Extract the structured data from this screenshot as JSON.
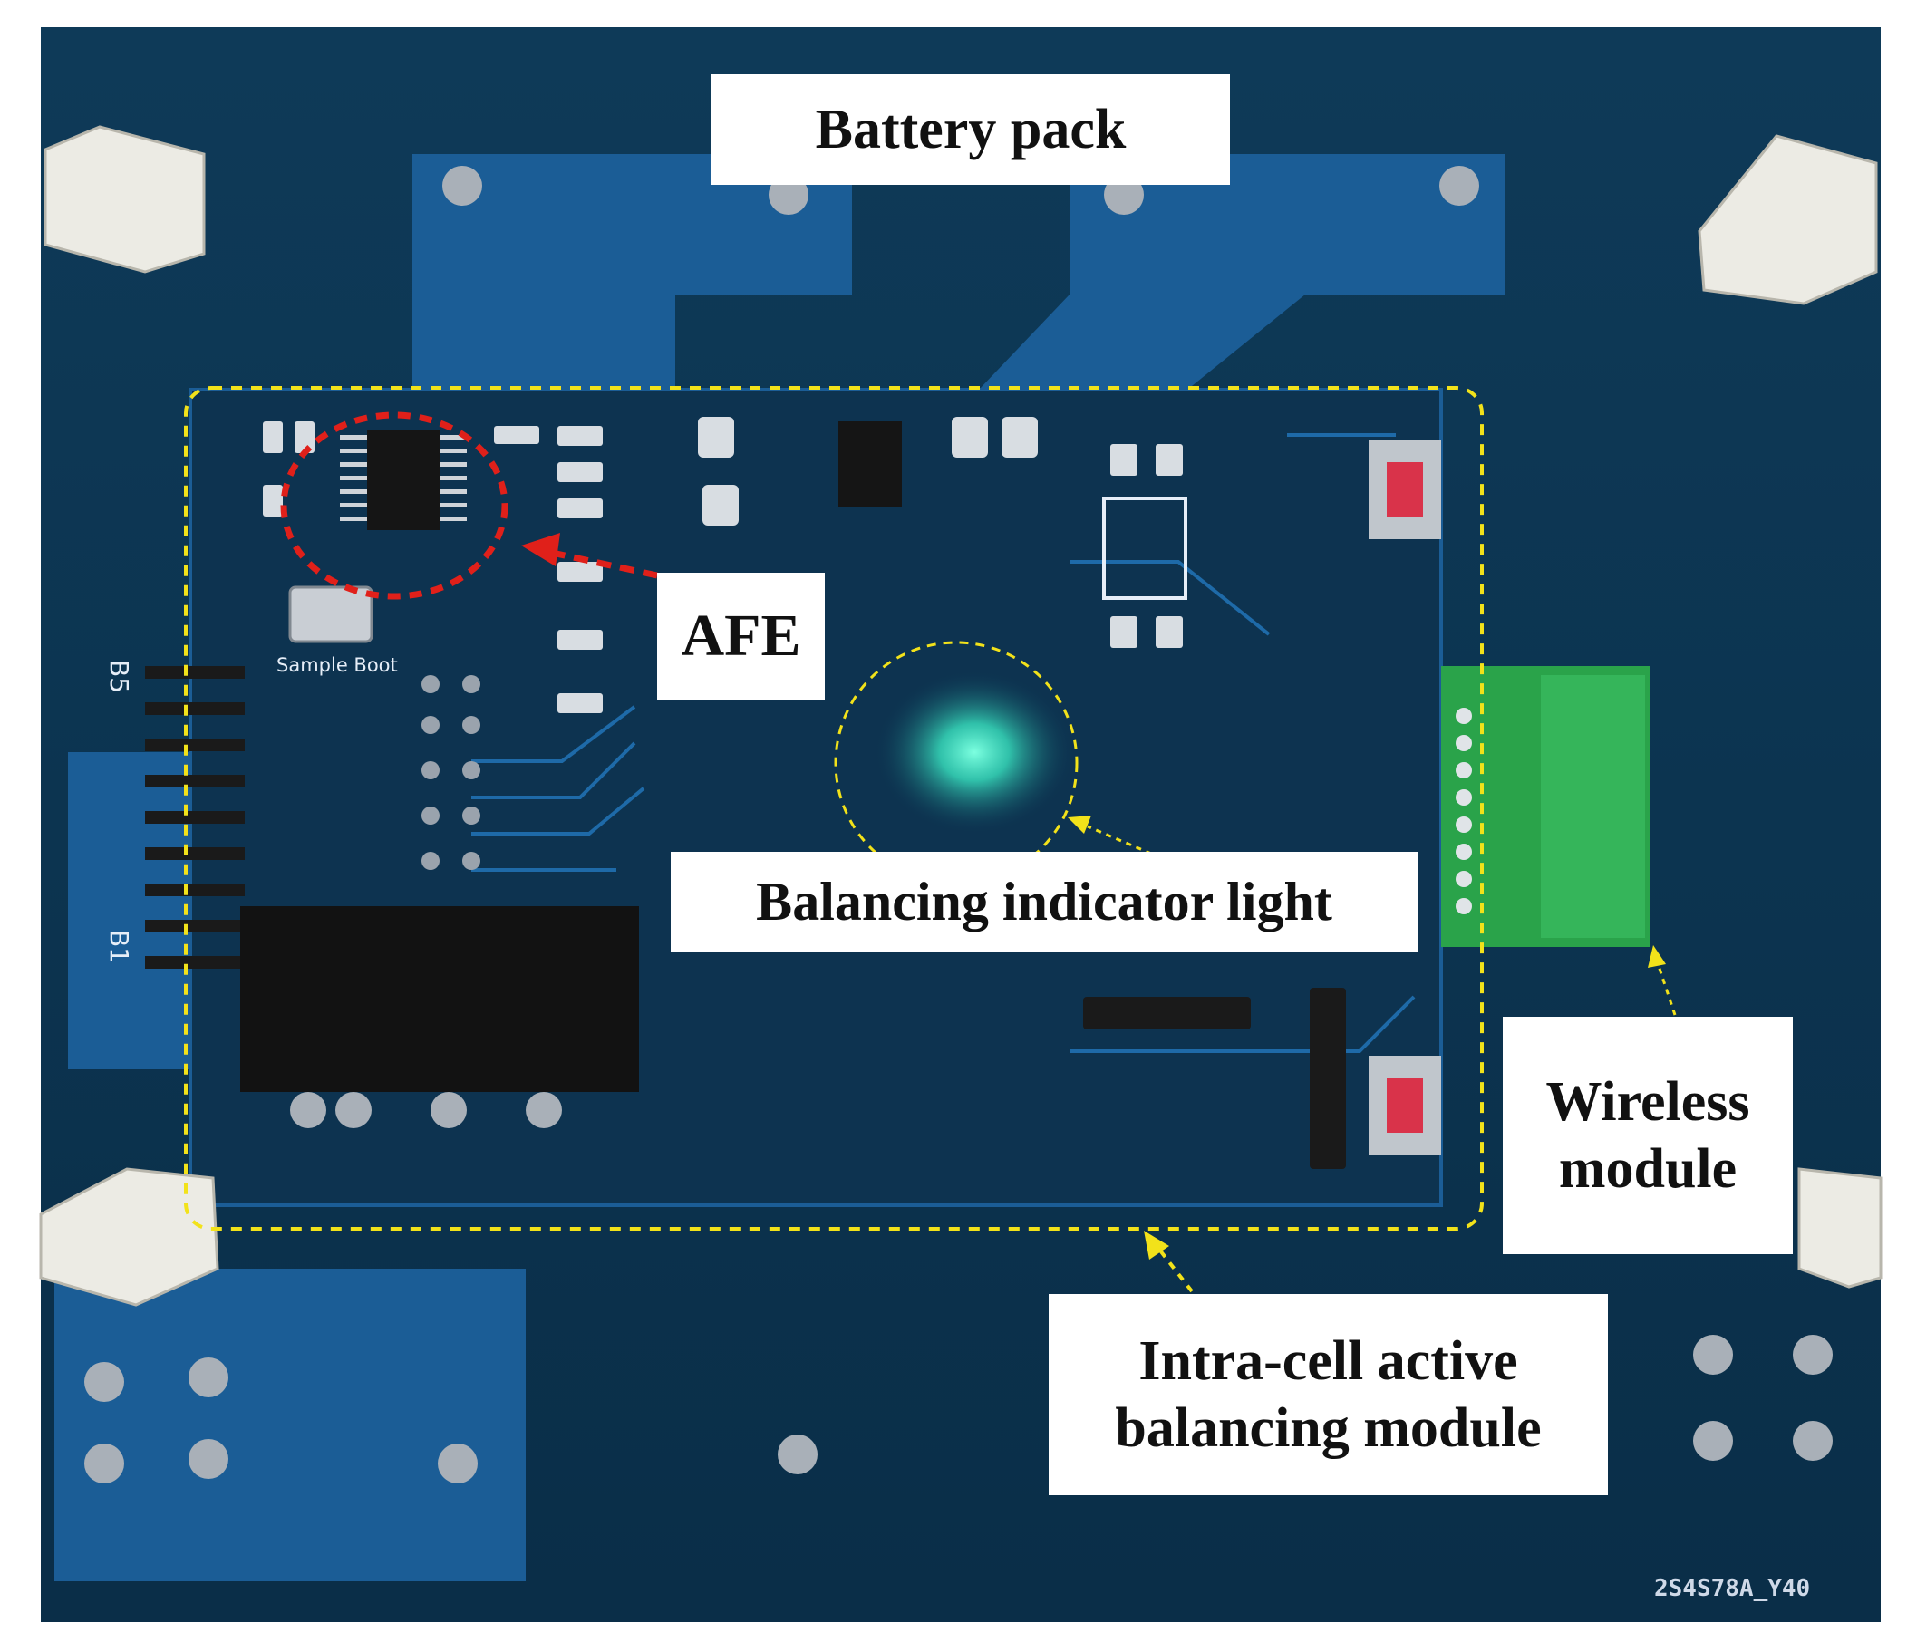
{
  "labels": {
    "battery_pack": "Battery pack",
    "afe": "AFE",
    "balancing_indicator": "Balancing indicator light",
    "wireless_module": [
      "Wireless",
      "module"
    ],
    "intra_cell_module": [
      "Intra-cell active",
      "balancing module"
    ]
  },
  "silkscreen": {
    "board_code": "2S4S78A_Y40",
    "sample_boot": "Sample Boot",
    "b5": "B5",
    "b1": "B1"
  },
  "colors": {
    "pcb": "#0b3552",
    "pad_blue": "#1a5f9a",
    "highlight_yellow": "#f2e21a",
    "afe_red": "#e0201a",
    "led_glow": "#3cf0c8",
    "wireless_green": "#2aa34a"
  }
}
